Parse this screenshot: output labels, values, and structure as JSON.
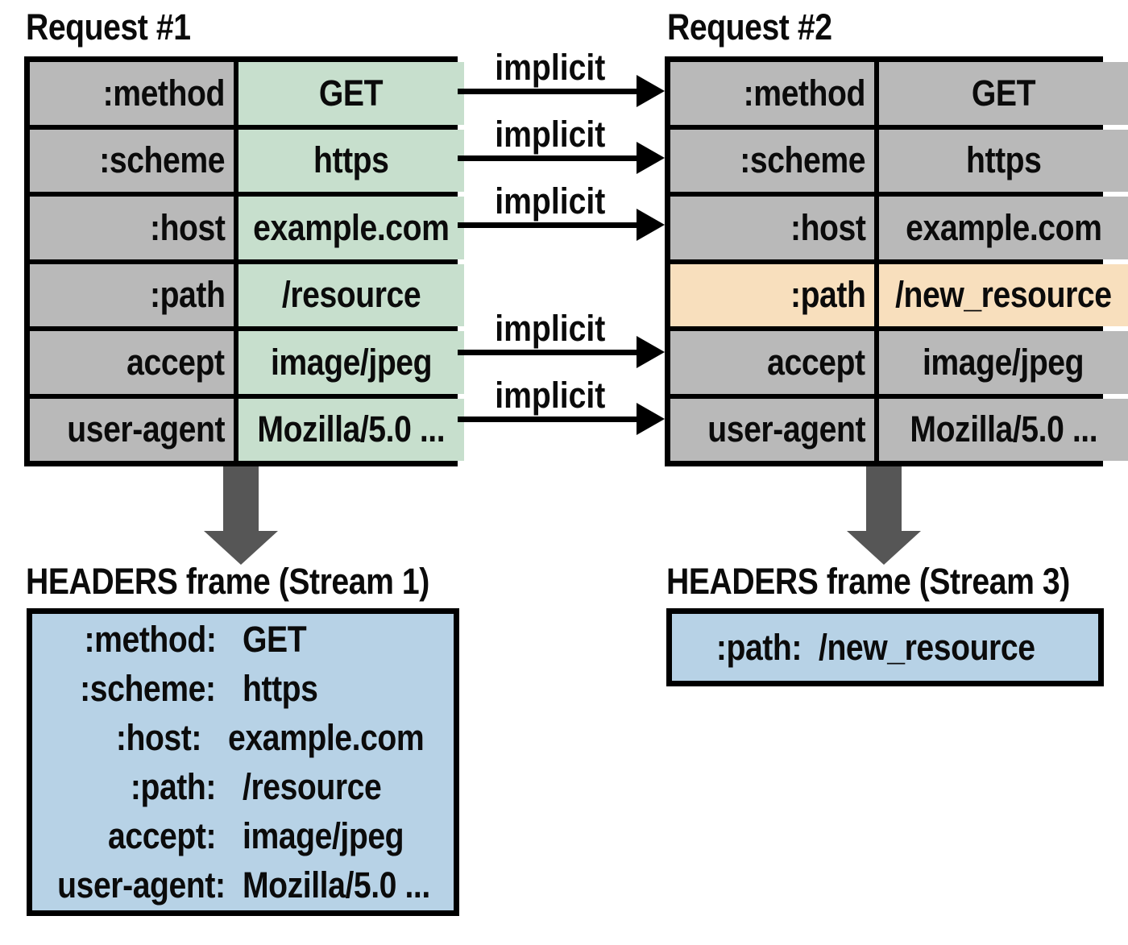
{
  "colors": {
    "header_name_bg": "#b9b9b9",
    "request1_value_bg": "#c7dfcd",
    "request2_value_bg": "#b9b9b9",
    "highlight_bg": "#f8dfbd",
    "frame_bg": "#b7d2e6",
    "down_arrow": "#565656",
    "border": "#000000"
  },
  "request1": {
    "title": "Request #1",
    "rows": [
      {
        "name": ":method",
        "value": "GET"
      },
      {
        "name": ":scheme",
        "value": "https"
      },
      {
        "name": ":host",
        "value": "example.com"
      },
      {
        "name": ":path",
        "value": "/resource"
      },
      {
        "name": "accept",
        "value": "image/jpeg"
      },
      {
        "name": "user-agent",
        "value": "Mozilla/5.0 ..."
      }
    ]
  },
  "request2": {
    "title": "Request #2",
    "rows": [
      {
        "name": ":method",
        "value": "GET"
      },
      {
        "name": ":scheme",
        "value": "https"
      },
      {
        "name": ":host",
        "value": "example.com"
      },
      {
        "name": ":path",
        "value": "/new_resource",
        "highlighted": true
      },
      {
        "name": "accept",
        "value": "image/jpeg"
      },
      {
        "name": "user-agent",
        "value": "Mozilla/5.0 ..."
      }
    ]
  },
  "arrows": {
    "labels": [
      "implicit",
      "implicit",
      "implicit",
      "implicit",
      "implicit"
    ]
  },
  "frame1": {
    "title": "HEADERS frame (Stream 1)",
    "lines": [
      {
        "name": ":method:",
        "value": "GET"
      },
      {
        "name": ":scheme:",
        "value": "https"
      },
      {
        "name": ":host:",
        "value": "example.com"
      },
      {
        "name": ":path:",
        "value": "/resource"
      },
      {
        "name": "accept:",
        "value": "image/jpeg"
      },
      {
        "name": "user-agent:",
        "value": "Mozilla/5.0 ..."
      }
    ]
  },
  "frame3": {
    "title": "HEADERS frame (Stream 3)",
    "lines": [
      {
        "name": ":path:",
        "value": "/new_resource"
      }
    ]
  }
}
